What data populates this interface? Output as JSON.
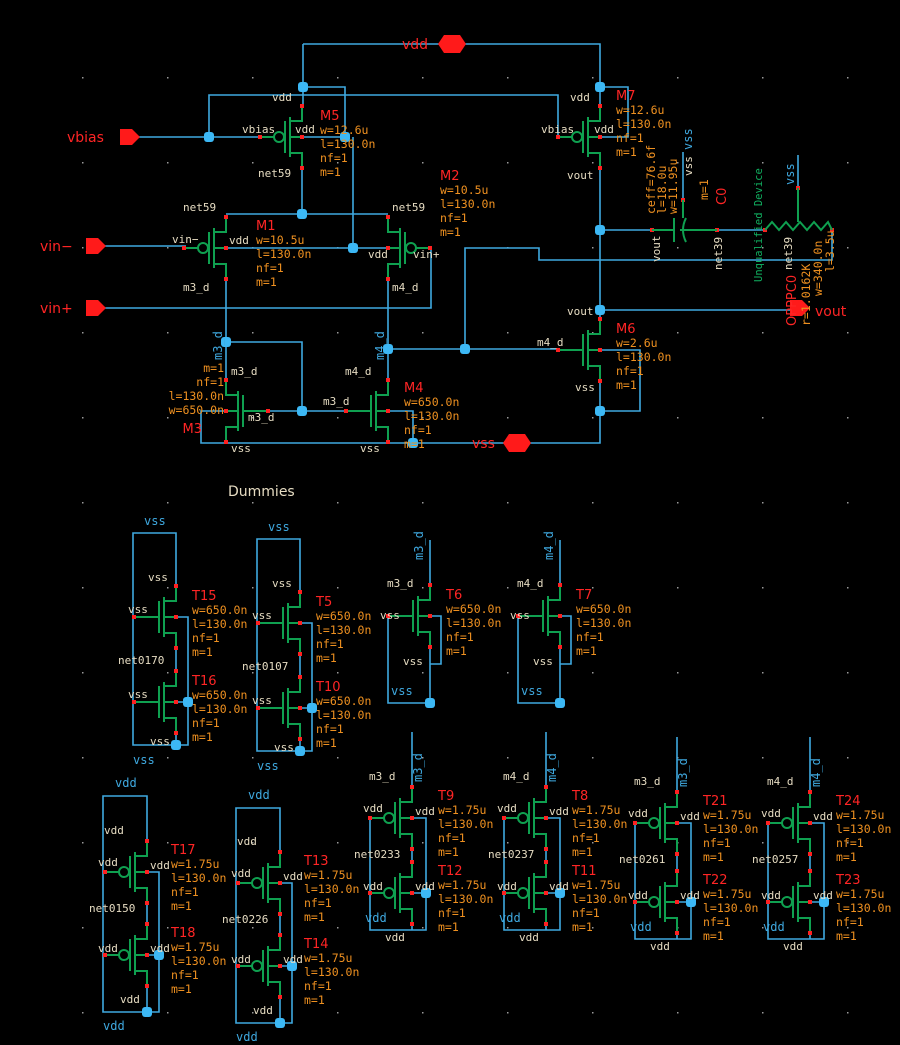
{
  "colors": {
    "background": "#000000",
    "wire": "#3fa9e0",
    "symbol": "#0fa050",
    "pin": "#ff1a1a",
    "param": "#ee9020",
    "name": "#ff2525",
    "net_label": "#e6dcc2",
    "junction": "#3cb8f5"
  },
  "pins": {
    "vdd": "vdd",
    "vss": "vss",
    "vbias": "vbias",
    "vin_minus": "vin−",
    "vin_plus": "vin+",
    "vout": "vout"
  },
  "section_title": "Dummies",
  "instances": {
    "M5": {
      "name": "M5",
      "type": "pmos",
      "params": [
        "w=12.6u",
        "l=130.0n",
        "nf=1",
        "m=1"
      ]
    },
    "M7": {
      "name": "M7",
      "type": "pmos",
      "params": [
        "w=12.6u",
        "l=130.0n",
        "nf=1",
        "m=1"
      ]
    },
    "M1": {
      "name": "M1",
      "type": "pmos",
      "params": [
        "w=10.5u",
        "l=130.0n",
        "nf=1",
        "m=1"
      ]
    },
    "M2": {
      "name": "M2",
      "type": "pmos",
      "params": [
        "w=10.5u",
        "l=130.0n",
        "nf=1",
        "m=1"
      ]
    },
    "M3": {
      "name": "M3",
      "type": "nmos",
      "params": [
        "w=650.0n",
        "l=130.0n",
        "nf=1",
        "m=1"
      ]
    },
    "M4": {
      "name": "M4",
      "type": "nmos",
      "params": [
        "w=650.0n",
        "l=130.0n",
        "nf=1",
        "m=1"
      ]
    },
    "M6": {
      "name": "M6",
      "type": "nmos",
      "params": [
        "w=2.6u",
        "l=130.0n",
        "nf=1",
        "m=1"
      ]
    },
    "T15": {
      "name": "T15",
      "type": "nmos",
      "params": [
        "w=650.0n",
        "l=130.0n",
        "nf=1",
        "m=1"
      ]
    },
    "T16": {
      "name": "T16",
      "type": "nmos",
      "params": [
        "w=650.0n",
        "l=130.0n",
        "nf=1",
        "m=1"
      ]
    },
    "T5": {
      "name": "T5",
      "type": "nmos",
      "params": [
        "w=650.0n",
        "l=130.0n",
        "nf=1",
        "m=1"
      ]
    },
    "T10": {
      "name": "T10",
      "type": "nmos",
      "params": [
        "w=650.0n",
        "l=130.0n",
        "nf=1",
        "m=1"
      ]
    },
    "T6": {
      "name": "T6",
      "type": "nmos",
      "params": [
        "w=650.0n",
        "l=130.0n",
        "nf=1",
        "m=1"
      ]
    },
    "T7": {
      "name": "T7",
      "type": "nmos",
      "params": [
        "w=650.0n",
        "l=130.0n",
        "nf=1",
        "m=1"
      ]
    },
    "T9": {
      "name": "T9",
      "type": "pmos",
      "params": [
        "w=1.75u",
        "l=130.0n",
        "nf=1",
        "m=1"
      ]
    },
    "T12": {
      "name": "T12",
      "type": "pmos",
      "params": [
        "w=1.75u",
        "l=130.0n",
        "nf=1",
        "m=1"
      ]
    },
    "T8": {
      "name": "T8",
      "type": "pmos",
      "params": [
        "w=1.75u",
        "l=130.0n",
        "nf=1",
        "m=1"
      ]
    },
    "T11": {
      "name": "T11",
      "type": "pmos",
      "params": [
        "w=1.75u",
        "l=130.0n",
        "nf=1",
        "m=1"
      ]
    },
    "T21": {
      "name": "T21",
      "type": "pmos",
      "params": [
        "w=1.75u",
        "l=130.0n",
        "nf=1",
        "m=1"
      ]
    },
    "T22": {
      "name": "T22",
      "type": "pmos",
      "params": [
        "w=1.75u",
        "l=130.0n",
        "nf=1",
        "m=1"
      ]
    },
    "T24": {
      "name": "T24",
      "type": "pmos",
      "params": [
        "w=1.75u",
        "l=130.0n",
        "nf=1",
        "m=1"
      ]
    },
    "T23": {
      "name": "T23",
      "type": "pmos",
      "params": [
        "w=1.75u",
        "l=130.0n",
        "nf=1",
        "m=1"
      ]
    },
    "T17": {
      "name": "T17",
      "type": "pmos",
      "params": [
        "w=1.75u",
        "l=130.0n",
        "nf=1",
        "m=1"
      ]
    },
    "T18": {
      "name": "T18",
      "type": "pmos",
      "params": [
        "w=1.75u",
        "l=130.0n",
        "nf=1",
        "m=1"
      ]
    },
    "T13": {
      "name": "T13",
      "type": "pmos",
      "params": [
        "w=1.75u",
        "l=130.0n",
        "nf=1",
        "m=1"
      ]
    },
    "T14": {
      "name": "T14",
      "type": "pmos",
      "params": [
        "w=1.75u",
        "l=130.0n",
        "nf=1",
        "m=1"
      ]
    }
  },
  "capacitor": {
    "name": "C0",
    "params": [
      "ceff=76.6f",
      "l=18.0u",
      "w=11.95u",
      "m=1"
    ],
    "terminal": "vss"
  },
  "resistor": {
    "name": "OPPPC0",
    "params": [
      "r=1.0162K",
      "w=340.0n",
      "l=3.5u"
    ],
    "note": "Unqualified Device",
    "terminal": "vss"
  },
  "net_labels": [
    "vdd",
    "vbias",
    "vdd",
    "net59",
    "net59",
    "net59",
    "vin−",
    "vdd",
    "vdd",
    "vin+",
    "m3_d",
    "m4_d",
    "vdd",
    "vbias",
    "vdd",
    "vout",
    "vout",
    "m4_d",
    "vss",
    "m3_d",
    "m3_d",
    "m3_d",
    "m4_d",
    "vss",
    "vss",
    "vout",
    "net39",
    "net39",
    "vss",
    "vss",
    "vss",
    "net0170",
    "vss",
    "vss",
    "vss",
    "vss",
    "net0107",
    "vss",
    "vss",
    "m3_d",
    "vss",
    "vss",
    "m4_d",
    "vss",
    "vss",
    "m3_d",
    "vdd",
    "vdd",
    "net0233",
    "vdd",
    "vdd",
    "vdd",
    "m4_d",
    "vdd",
    "vdd",
    "net0237",
    "vdd",
    "vdd",
    "vdd",
    "m3_d",
    "vdd",
    "vdd",
    "net0261",
    "vdd",
    "vdd",
    "vdd",
    "m4_d",
    "vdd",
    "vdd",
    "net0257",
    "vdd",
    "vdd",
    "vdd",
    "vdd",
    "vdd",
    "vdd",
    "net0150",
    "vdd",
    "vdd",
    "vdd",
    "vdd",
    "vdd",
    "vdd",
    "net0226",
    "vdd",
    "vdd",
    "vdd"
  ],
  "blue_labels": [
    "m3_d",
    "m4_d",
    "vss",
    "vss",
    "vss",
    "vss",
    "vss",
    "vss",
    "m3_d",
    "m4_d",
    "vdd",
    "vdd",
    "m3_d",
    "m4_d",
    "vdd",
    "vdd",
    "m3_d",
    "m4_d",
    "vdd",
    "vdd",
    "vdd",
    "vdd"
  ]
}
